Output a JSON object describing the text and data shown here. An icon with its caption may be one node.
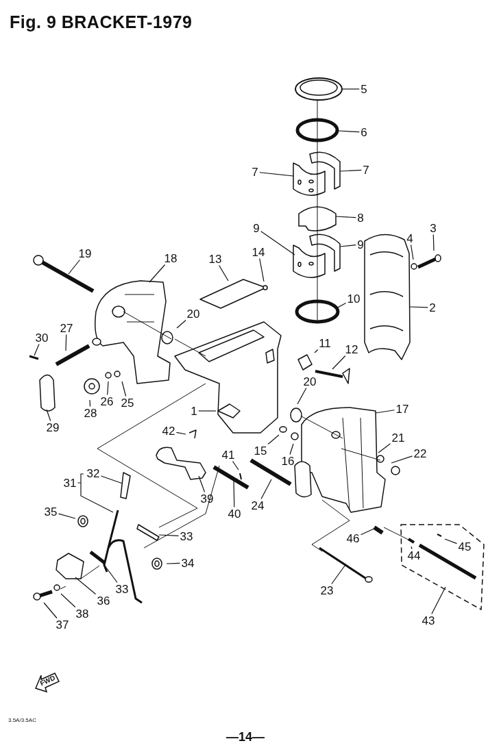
{
  "diagram": {
    "title": "Fig. 9 BRACKET-1979",
    "nodes": [
      {
        "text": [
          "5"
        ]
      },
      {
        "text": [
          "6"
        ]
      },
      {
        "text": [
          "7"
        ]
      },
      {
        "text": [
          "7"
        ]
      },
      {
        "text": [
          "8"
        ]
      },
      {
        "text": [
          "9"
        ]
      },
      {
        "text": [
          "9"
        ]
      },
      {
        "text": [
          "10"
        ]
      },
      {
        "text": [
          "3"
        ]
      },
      {
        "text": [
          "4"
        ]
      },
      {
        "text": [
          "2"
        ]
      },
      {
        "text": [
          "19"
        ]
      },
      {
        "text": [
          "18"
        ]
      },
      {
        "text": [
          "13"
        ]
      },
      {
        "text": [
          "14"
        ]
      },
      {
        "text": [
          "20"
        ]
      },
      {
        "text": [
          "27"
        ]
      },
      {
        "text": [
          "30"
        ]
      },
      {
        "text": [
          "29"
        ]
      },
      {
        "text": [
          "28"
        ]
      },
      {
        "text": [
          "26"
        ]
      },
      {
        "text": [
          "25"
        ]
      },
      {
        "text": [
          "11"
        ]
      },
      {
        "text": [
          "12"
        ]
      },
      {
        "text": [
          "20"
        ]
      },
      {
        "text": [
          "17"
        ]
      },
      {
        "text": [
          "1"
        ]
      },
      {
        "text": [
          "42"
        ]
      },
      {
        "text": [
          "15"
        ]
      },
      {
        "text": [
          "16"
        ]
      },
      {
        "text": [
          "21"
        ]
      },
      {
        "text": [
          "22"
        ]
      },
      {
        "text": [
          "41"
        ]
      },
      {
        "text": [
          "39"
        ]
      },
      {
        "text": [
          "40"
        ]
      },
      {
        "text": [
          "24"
        ]
      },
      {
        "text": [
          "32"
        ]
      },
      {
        "text": [
          "31"
        ]
      },
      {
        "text": [
          "35"
        ]
      },
      {
        "text": [
          "33"
        ]
      },
      {
        "text": [
          "34"
        ]
      },
      {
        "text": [
          "33"
        ]
      },
      {
        "text": [
          "36"
        ]
      },
      {
        "text": [
          "38"
        ]
      },
      {
        "text": [
          "37"
        ]
      },
      {
        "text": [
          "46"
        ]
      },
      {
        "text": [
          "45"
        ]
      },
      {
        "text": [
          "44"
        ]
      },
      {
        "text": [
          "23"
        ]
      },
      {
        "text": [
          "43"
        ]
      }
    ],
    "edges": [
      {
        "from": 0,
        "to": null,
        "arrow": "none"
      },
      {
        "from": 1,
        "to": null,
        "arrow": "none"
      },
      {
        "from": 2,
        "to": null,
        "arrow": "none"
      },
      {
        "from": 3,
        "to": null,
        "arrow": "none"
      },
      {
        "from": 4,
        "to": null,
        "arrow": "none"
      },
      {
        "from": 5,
        "to": null,
        "arrow": "none"
      },
      {
        "from": 6,
        "to": null,
        "arrow": "none"
      },
      {
        "from": 7,
        "to": null,
        "arrow": "none"
      },
      {
        "from": 8,
        "to": null,
        "arrow": "none"
      },
      {
        "from": 9,
        "to": null,
        "arrow": "none"
      },
      {
        "from": 10,
        "to": null,
        "arrow": "none"
      },
      {
        "from": 11,
        "to": null,
        "arrow": "none"
      },
      {
        "from": 12,
        "to": null,
        "arrow": "none"
      },
      {
        "from": 13,
        "to": null,
        "arrow": "none"
      },
      {
        "from": 14,
        "to": null,
        "arrow": "none"
      },
      {
        "from": 15,
        "to": null,
        "arrow": "none"
      },
      {
        "from": 16,
        "to": null,
        "arrow": "none"
      },
      {
        "from": 17,
        "to": null,
        "arrow": "none"
      },
      {
        "from": 18,
        "to": null,
        "arrow": "none"
      },
      {
        "from": 19,
        "to": null,
        "arrow": "none"
      },
      {
        "from": 20,
        "to": null,
        "arrow": "none"
      },
      {
        "from": 21,
        "to": null,
        "arrow": "none"
      },
      {
        "from": 22,
        "to": null,
        "arrow": "none"
      },
      {
        "from": 23,
        "to": null,
        "arrow": "none"
      },
      {
        "from": 24,
        "to": null,
        "arrow": "none"
      },
      {
        "from": 25,
        "to": null,
        "arrow": "none"
      },
      {
        "from": 26,
        "to": null,
        "arrow": "none"
      },
      {
        "from": 27,
        "to": null,
        "arrow": "none"
      },
      {
        "from": 28,
        "to": null,
        "arrow": "none"
      },
      {
        "from": 29,
        "to": null,
        "arrow": "none"
      },
      {
        "from": 30,
        "to": null,
        "arrow": "none"
      },
      {
        "from": 31,
        "to": null,
        "arrow": "none"
      },
      {
        "from": 32,
        "to": null,
        "arrow": "none"
      },
      {
        "from": 33,
        "to": null,
        "arrow": "none"
      },
      {
        "from": 34,
        "to": null,
        "arrow": "none"
      },
      {
        "from": 35,
        "to": null,
        "arrow": "none"
      },
      {
        "from": 36,
        "to": null,
        "arrow": "none"
      },
      {
        "from": 37,
        "to": null,
        "arrow": "none"
      },
      {
        "from": 38,
        "to": null,
        "arrow": "none"
      },
      {
        "from": 39,
        "to": null,
        "arrow": "none"
      },
      {
        "from": 40,
        "to": null,
        "arrow": "none"
      },
      {
        "from": 41,
        "to": null,
        "arrow": "none"
      },
      {
        "from": 42,
        "to": null,
        "arrow": "none"
      },
      {
        "from": 43,
        "to": null,
        "arrow": "none"
      },
      {
        "from": 44,
        "to": null,
        "arrow": "none"
      },
      {
        "from": 45,
        "to": null,
        "arrow": "none"
      },
      {
        "from": 46,
        "to": null,
        "arrow": "none"
      },
      {
        "from": 47,
        "to": null,
        "arrow": "none"
      },
      {
        "from": 48,
        "to": null,
        "arrow": "none"
      },
      {
        "from": 49,
        "to": null,
        "arrow": "none"
      }
    ],
    "labels": [
      "FWD",
      "3.5A/3.5AC",
      "—14—"
    ]
  }
}
